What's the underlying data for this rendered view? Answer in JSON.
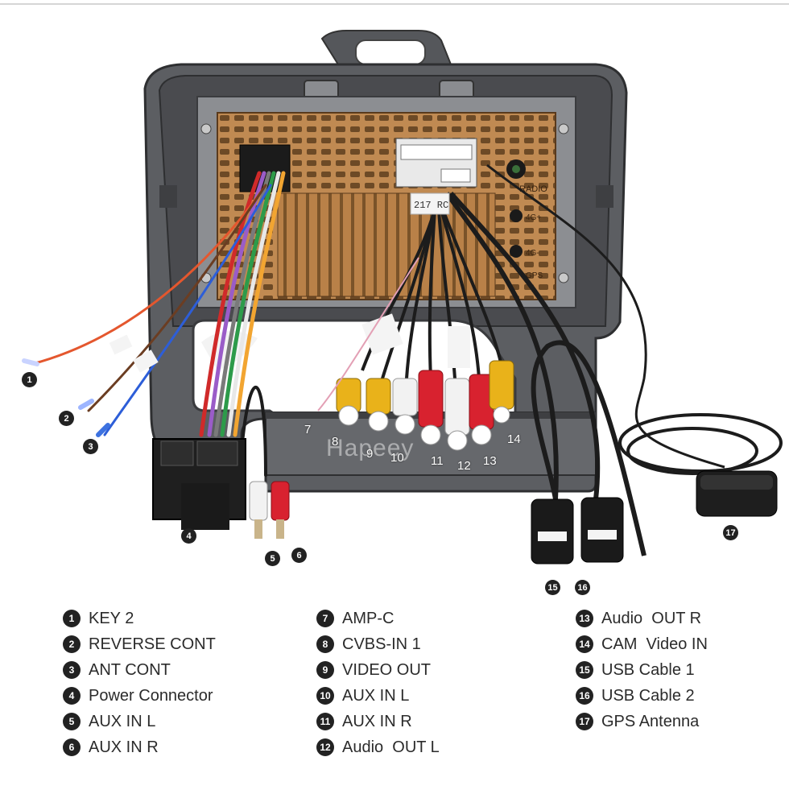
{
  "watermark": "Hapeey",
  "ports": [
    {
      "num": "7"
    },
    {
      "num": "8"
    },
    {
      "num": "9"
    },
    {
      "num": "10"
    },
    {
      "num": "11"
    },
    {
      "num": "12"
    },
    {
      "num": "13"
    },
    {
      "num": "14"
    }
  ],
  "unit_labels": {
    "radio": "RADIO",
    "four_g_plus": "4G+",
    "four_g_minus": "4G-",
    "gps": "GPS"
  },
  "tag_labels": {
    "loom_tag": "217 RC"
  },
  "badges": [
    {
      "num": "1"
    },
    {
      "num": "2"
    },
    {
      "num": "3"
    },
    {
      "num": "4"
    },
    {
      "num": "5"
    },
    {
      "num": "6"
    },
    {
      "num": "15"
    },
    {
      "num": "16"
    },
    {
      "num": "17"
    }
  ],
  "legend": {
    "col1": [
      {
        "num": "1",
        "label": "KEY 2"
      },
      {
        "num": "2",
        "label": "REVERSE CONT"
      },
      {
        "num": "3",
        "label": "ANT CONT"
      },
      {
        "num": "4",
        "label": "Power Connector"
      },
      {
        "num": "5",
        "label": "AUX IN L"
      },
      {
        "num": "6",
        "label": "AUX IN R"
      }
    ],
    "col2": [
      {
        "num": "7",
        "label": "AMP-C"
      },
      {
        "num": "8",
        "label": "CVBS-IN 1"
      },
      {
        "num": "9",
        "label": "VIDEO OUT"
      },
      {
        "num": "10",
        "label": "AUX IN L"
      },
      {
        "num": "11",
        "label": "AUX IN R"
      },
      {
        "num": "12",
        "label": "Audio  OUT L"
      }
    ],
    "col3": [
      {
        "num": "13",
        "label": "Audio  OUT R"
      },
      {
        "num": "14",
        "label": "CAM  Video IN"
      },
      {
        "num": "15",
        "label": "USB Cable 1"
      },
      {
        "num": "16",
        "label": "USB Cable 2"
      },
      {
        "num": "17",
        "label": "GPS Antenna"
      }
    ]
  },
  "colors": {
    "frame": "#5c5e62",
    "frame_dark": "#3e3f42",
    "board": "#c08a52",
    "board_dark": "#6d4a26",
    "red_rca": "#d8222f",
    "yellow_rca": "#e9b21a",
    "white_rca": "#f2f2f2",
    "cable": "#1c1c1c",
    "badge": "#222222"
  }
}
